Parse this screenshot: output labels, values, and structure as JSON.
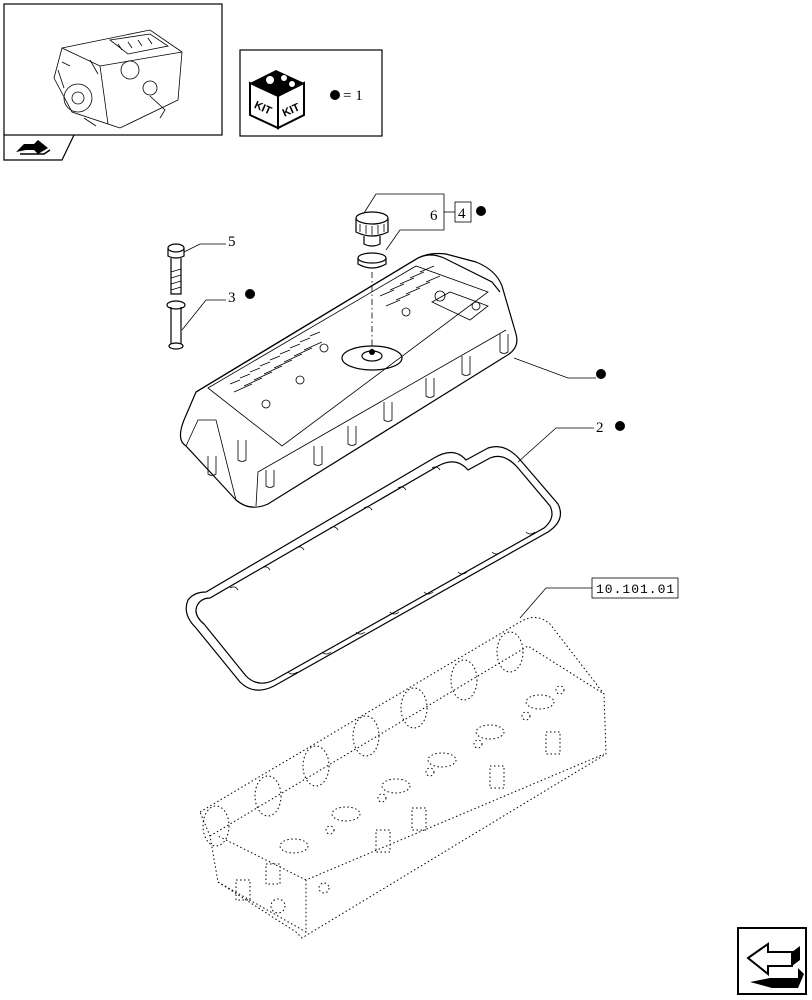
{
  "kit_legend": {
    "kit_label_left": "KIT",
    "kit_label_right": "KIT",
    "equals_text": "= 1"
  },
  "callouts": {
    "item_5": "5",
    "item_3": "3",
    "item_6": "6",
    "item_4": "4",
    "item_2": "2",
    "cylinder_head_reference": "10.101.01"
  },
  "icons": [
    "engine-thumbnail",
    "kit-box-icon",
    "kit-marker-dot",
    "return-arrow-icon",
    "next-page-arrow-icon"
  ]
}
